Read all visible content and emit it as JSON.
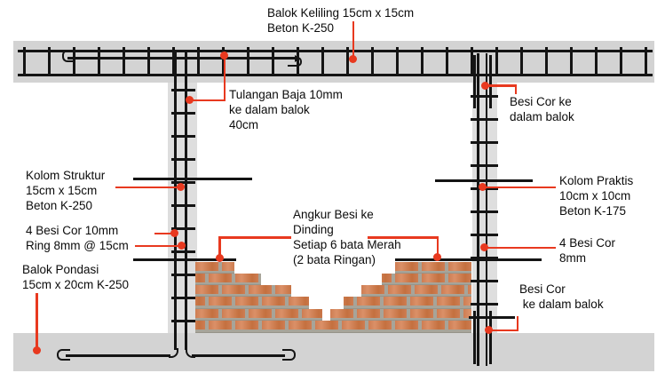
{
  "labels": {
    "balok_keliling": "Balok Keliling 15cm x 15cm\nBeton K-250",
    "tulangan_baja": "Tulangan Baja 10mm\nke dalam balok\n40cm",
    "kolom_struktur": "Kolom Struktur\n15cm x 15cm\nBeton K-250",
    "besi_cor_10mm": "4 Besi Cor 10mm\nRing 8mm @ 15cm",
    "balok_pondasi": "Balok Pondasi\n15cm x 20cm K-250",
    "angkur_besi": "Angkur Besi ke\nDinding\nSetiap 6 bata Merah\n(2 bata Ringan)",
    "besi_cor_atas_kanan": "Besi Cor ke\ndalam balok",
    "kolom_praktis": "Kolom Praktis\n10cm x 10cm\nBeton K-175",
    "besi_cor_8mm": "4 Besi Cor\n8mm",
    "besi_cor_bawah_kanan": "Besi Cor\n ke dalam balok"
  },
  "colors": {
    "accent_red": "#e8391f",
    "concrete": "#d3d3d3",
    "concrete_light": "#dedede",
    "rebar": "#141414",
    "brick": "#cd7c52",
    "mortar": "#a7a499"
  }
}
